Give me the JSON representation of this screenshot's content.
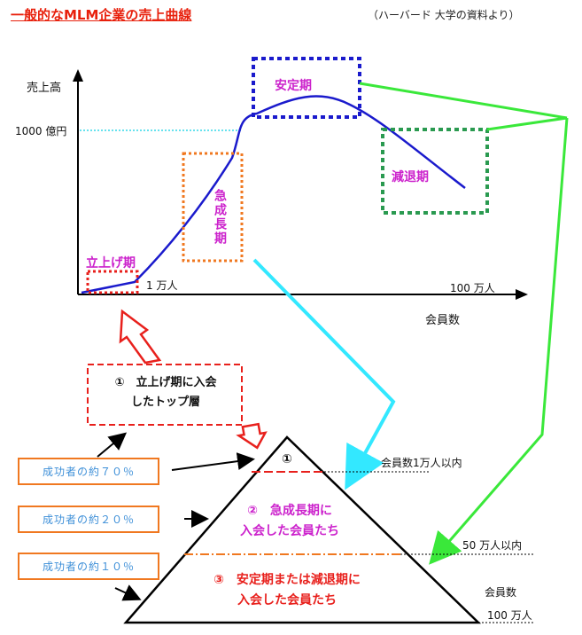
{
  "header": {
    "title": "一般的なMLM企業の売上曲線",
    "source": "（ハーバード 大学の資料より）"
  },
  "chart": {
    "y_axis_label": "売上高",
    "x_axis_label": "会員数",
    "y_tick": "1000 億円",
    "x_tick_1": "1 万人",
    "x_tick_2": "100 万人"
  },
  "phases": {
    "startup": "立上げ期",
    "growth": "急成長期",
    "stable": "安定期",
    "decline": "減退期"
  },
  "top_layer_box": {
    "line1": "①　立上げ期に入会",
    "line2": "したトップ層"
  },
  "success_boxes": [
    {
      "label": "成功者の約７０％"
    },
    {
      "label": "成功者の約２０％"
    },
    {
      "label": "成功者の約１０％"
    }
  ],
  "pyramid": {
    "tier1": "①",
    "tier2_line1": "②　急成長期に",
    "tier2_line2": "入会した会員たち",
    "tier3_line1": "③　安定期または減退期に",
    "tier3_line2": "入会した会員たち",
    "label_tier1": "会員数1万人以内",
    "label_tier2": "50 万人以内",
    "label_base_title": "会員数",
    "label_base": "100 万人"
  },
  "colors": {
    "curve": "#1a1acc",
    "startup": "#e8201c",
    "growth": "#f07820",
    "stable": "#1a1acc",
    "decline": "#2a9a50",
    "green_arrow": "#3ae83a",
    "cyan_arrow": "#33e8ff"
  }
}
